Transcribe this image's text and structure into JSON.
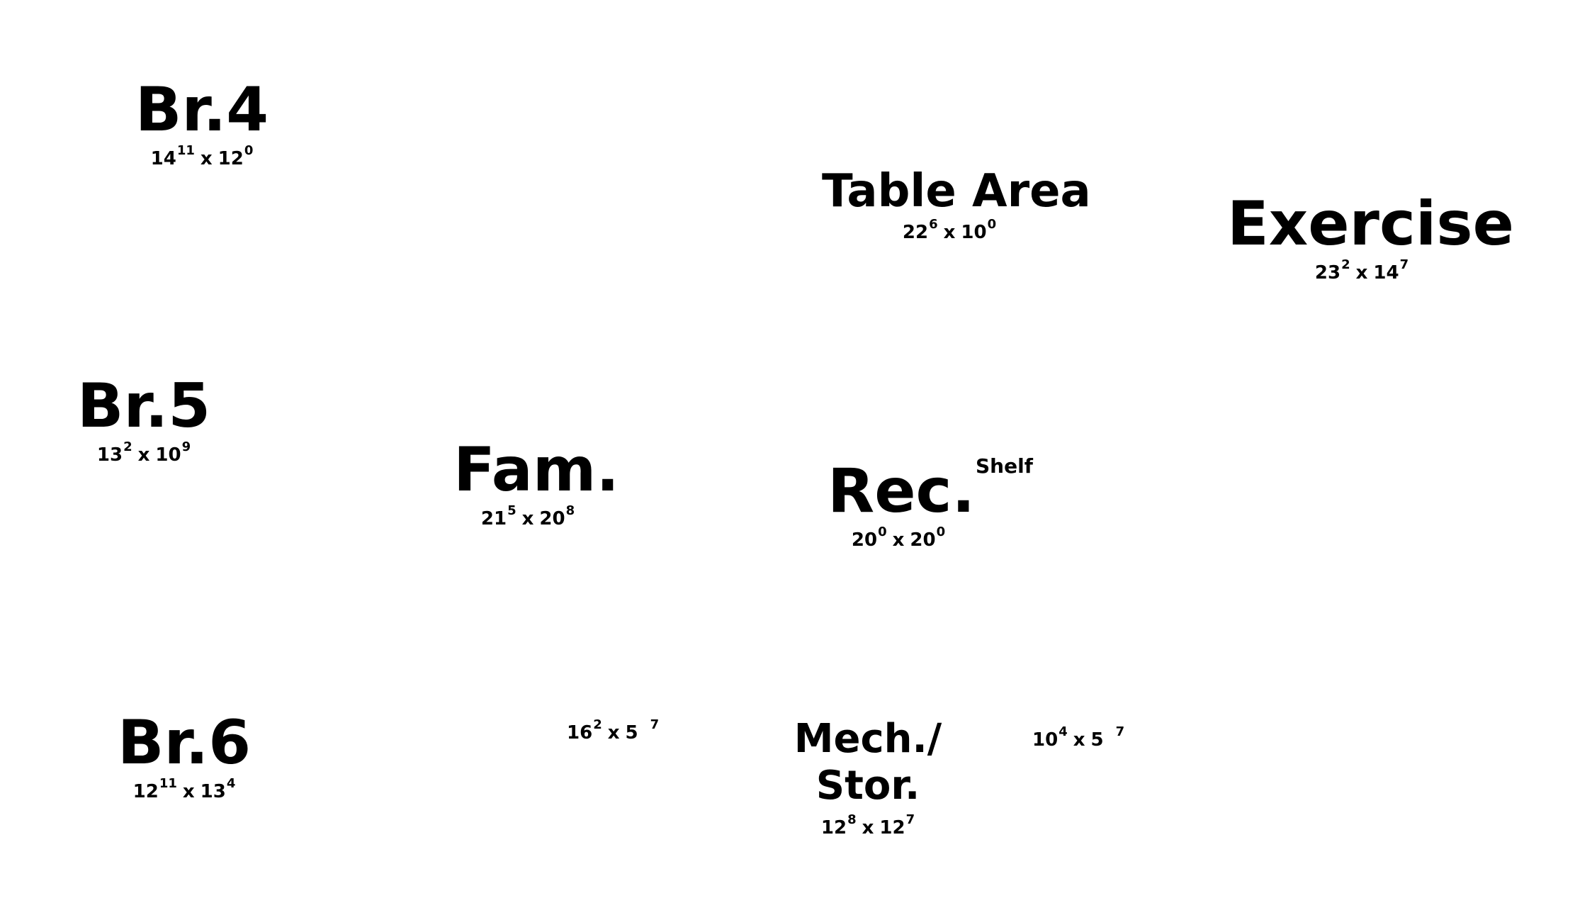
{
  "rooms": {
    "br4": {
      "name": "Br.4",
      "w_ft": "14",
      "w_in": "11",
      "x": "x",
      "h_ft": "12",
      "h_in": "0"
    },
    "table_area": {
      "name": "Table Area",
      "w_ft": "22",
      "w_in": "6",
      "x": "x",
      "h_ft": "10",
      "h_in": "0"
    },
    "exercise": {
      "name": "Exercise",
      "w_ft": "23",
      "w_in": "2",
      "x": "x",
      "h_ft": "14",
      "h_in": "7"
    },
    "br5": {
      "name": "Br.5",
      "w_ft": "13",
      "w_in": "2",
      "x": "x",
      "h_ft": "10",
      "h_in": "9"
    },
    "fam": {
      "name": "Fam.",
      "w_ft": "21",
      "w_in": "5",
      "x": "x",
      "h_ft": "20",
      "h_in": "8"
    },
    "rec": {
      "name": "Rec.",
      "w_ft": "20",
      "w_in": "0",
      "x": "x",
      "h_ft": "20",
      "h_in": "0"
    },
    "br6": {
      "name": "Br.6",
      "w_ft": "12",
      "w_in": "11",
      "x": "x",
      "h_ft": "13",
      "h_in": "4"
    },
    "mech": {
      "name_line1": "Mech./",
      "name_line2": "Stor.",
      "w_ft": "12",
      "w_in": "8",
      "x": "x",
      "h_ft": "12",
      "h_in": "7"
    }
  },
  "unlabeled_dims": {
    "left": {
      "w_ft": "16",
      "w_in": "2",
      "x": "x",
      "h_ft": "5",
      "h_in": "7"
    },
    "right": {
      "w_ft": "10",
      "w_in": "4",
      "x": "x",
      "h_ft": "5",
      "h_in": "7"
    }
  },
  "labels": {
    "shelf": "Shelf"
  }
}
